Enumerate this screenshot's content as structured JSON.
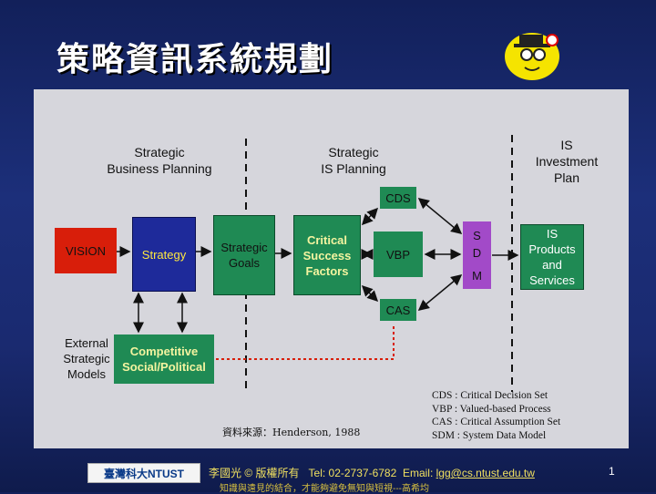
{
  "title": "策略資訊系統規劃",
  "headers": {
    "sbp": "Strategic\nBusiness Planning",
    "sisp": "Strategic\nIS Planning",
    "isip": "IS\nInvestment\nPlan"
  },
  "boxes": {
    "vision": "VISION",
    "strategy": "Strategy",
    "goals": "Strategic\nGoals",
    "csf": "Critical\nSuccess\nFactors",
    "vbp": "VBP",
    "cds": "CDS",
    "cas": "CAS",
    "sdm_s": "S",
    "sdm_d": "D",
    "sdm_m": "M",
    "is_products": "IS\nProducts\nand\nServices",
    "competitive": "Competitive\nSocial/Political",
    "external": "External\nStrategic\nModels"
  },
  "source": "資料來源：Henderson, 1988",
  "legend": [
    "CDS : Critical Decision Set",
    "VBP : Valued-based Process",
    "CAS : Critical Assumption Set",
    "SDM : System Data Model"
  ],
  "footer": {
    "logo": "臺灣科大NTUST",
    "author": "李國光 © 版權所有",
    "tel": "Tel: 02-2737-6782",
    "email_label": "Email:",
    "email": "lgg@cs.ntust.edu.tw",
    "motto": "知識與遠見的結合，才能夠避免無知與短視---高希均",
    "page": "1"
  },
  "colors": {
    "background": "#1c2f7a",
    "panel": "#d6d6dc",
    "green": "#1f8a54",
    "red": "#d81e0a",
    "blue": "#1e2a9a",
    "purple": "#a24ac8"
  }
}
